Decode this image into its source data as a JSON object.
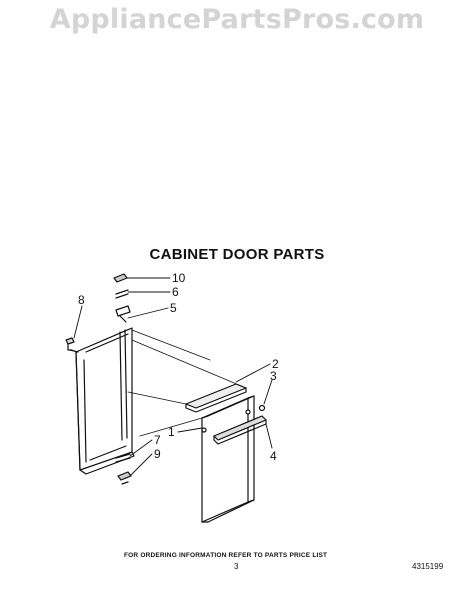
{
  "watermark": "AppliancePartsPros.com",
  "title": "CABINET DOOR PARTS",
  "callouts": {
    "c1": "1",
    "c2": "2",
    "c3": "3",
    "c4": "4",
    "c5": "5",
    "c6": "6",
    "c7": "7",
    "c8": "8",
    "c9": "9",
    "c10": "10"
  },
  "footer": {
    "note": "FOR ORDERING INFORMATION REFER TO PARTS PRICE LIST",
    "page": "3",
    "doc_number": "4315199"
  }
}
